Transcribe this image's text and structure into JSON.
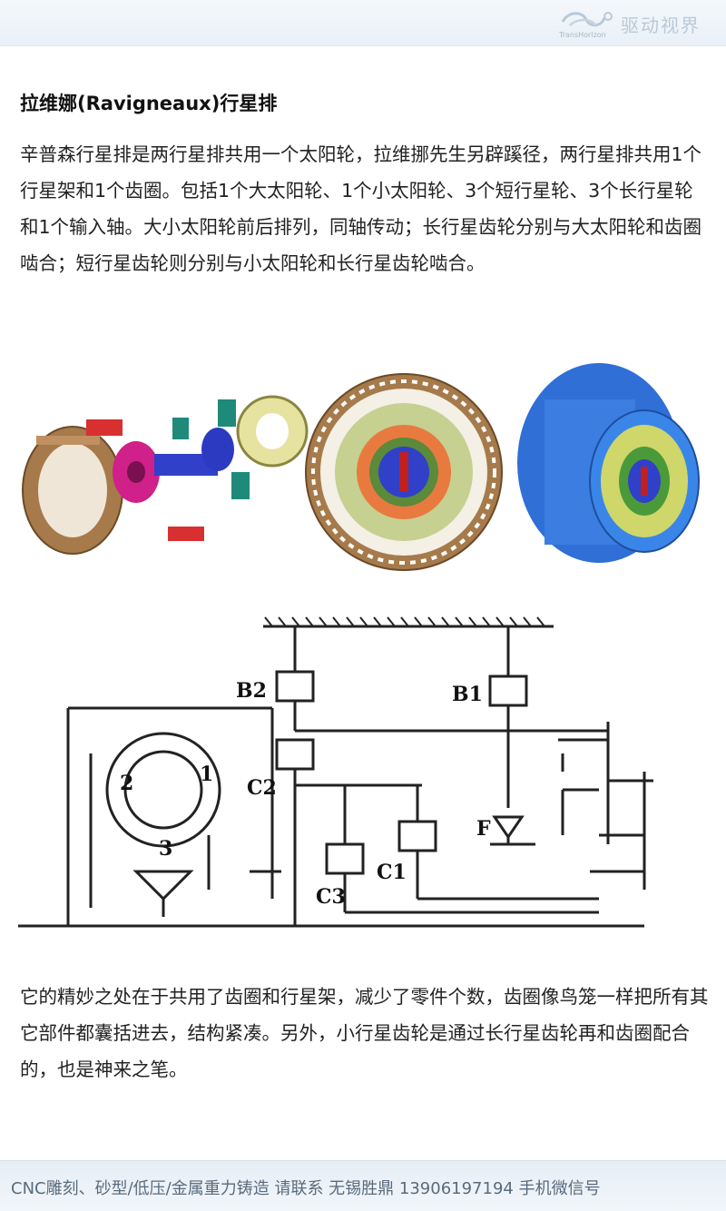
{
  "header": {
    "logo_text": "驱动视界",
    "logo_sub": "TransHorizon"
  },
  "article": {
    "title": "拉维娜(Ravigneaux)行星排",
    "paragraph1": "辛普森行星排是两行星排共用一个太阳轮，拉维挪先生另辟蹊径，两行星排共用1个行星架和1个齿圈。包括1个大太阳轮、1个小太阳轮、3个短行星轮、3个长行星轮和1个输入轴。大小太阳轮前后排列，同轴传动；长行星齿轮分别与大太阳轮和齿圈啮合；短行星齿轮则分别与小太阳轮和长行星齿轮啮合。",
    "paragraph2": " 它的精妙之处在于共用了齿圈和行星架，减少了零件个数，齿圈像鸟笼一样把所有其它部件都囊括进去，结构紧凑。另外，小行星齿轮是通过长行星齿轮再和齿圈配合的，也是神来之笔。"
  },
  "schematic": {
    "labels": {
      "b2": "B2",
      "b1": "B1",
      "c2": "C2",
      "c1": "C1",
      "c3": "C3",
      "f": "F",
      "n1": "1",
      "n2": "2",
      "n3": "3"
    }
  },
  "footer": {
    "text": "CNC雕刻、砂型/低压/金属重力铸造 请联系 无锡胜鼎 13906197194 手机微信号"
  }
}
